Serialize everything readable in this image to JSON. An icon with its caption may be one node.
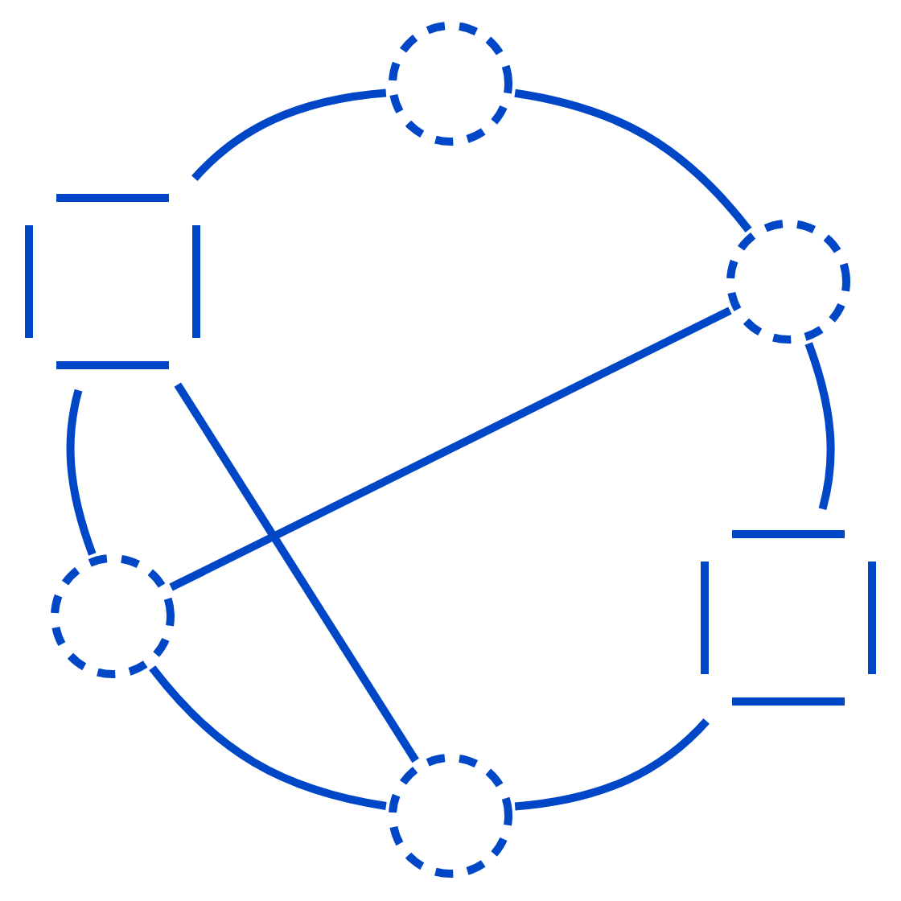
{
  "diagram": {
    "nodes": [
      {
        "text": [],
        "shape": "circle"
      },
      {
        "text": [],
        "shape": "box"
      },
      {
        "text": [],
        "shape": "circle"
      },
      {
        "text": [],
        "shape": "circle"
      },
      {
        "text": [],
        "shape": "box"
      },
      {
        "text": [],
        "shape": "circle"
      }
    ],
    "edges": [
      {
        "from": 1,
        "to": 0,
        "arrow": "none"
      },
      {
        "from": 0,
        "to": 2,
        "arrow": "none"
      },
      {
        "from": 2,
        "to": 4,
        "arrow": "none"
      },
      {
        "from": 4,
        "to": 5,
        "arrow": "none"
      },
      {
        "from": 5,
        "to": 3,
        "arrow": "none"
      },
      {
        "from": 3,
        "to": 1,
        "arrow": "none"
      },
      {
        "from": 1,
        "to": 5,
        "arrow": "none"
      },
      {
        "from": 2,
        "to": 3,
        "arrow": "none"
      }
    ]
  }
}
